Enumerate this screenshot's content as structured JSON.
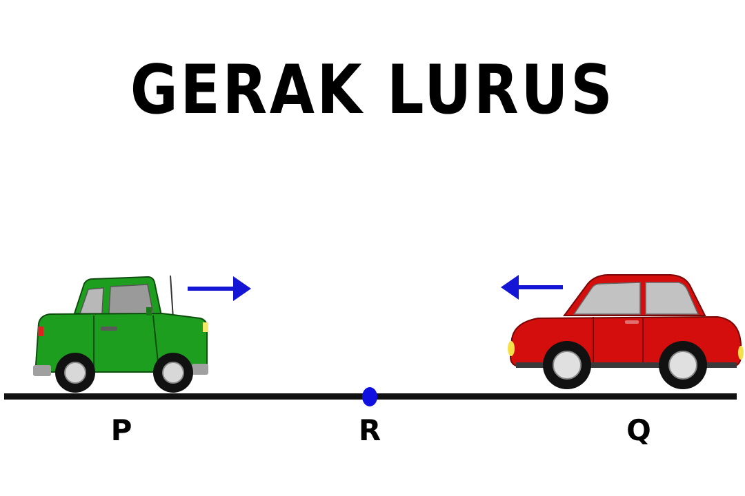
{
  "title": "GERAK LURUS",
  "points": {
    "p": "P",
    "r": "R",
    "q": "Q"
  },
  "colors": {
    "green_car": "#1e9e1e",
    "red_car": "#d40d0d",
    "arrow": "#1515d6",
    "road": "#111111",
    "point_marker": "#1010e0"
  },
  "elements": {
    "left_car": "green-car-facing-right",
    "right_car": "red-car-facing-left",
    "left_arrow_direction": "right",
    "right_arrow_direction": "left"
  }
}
